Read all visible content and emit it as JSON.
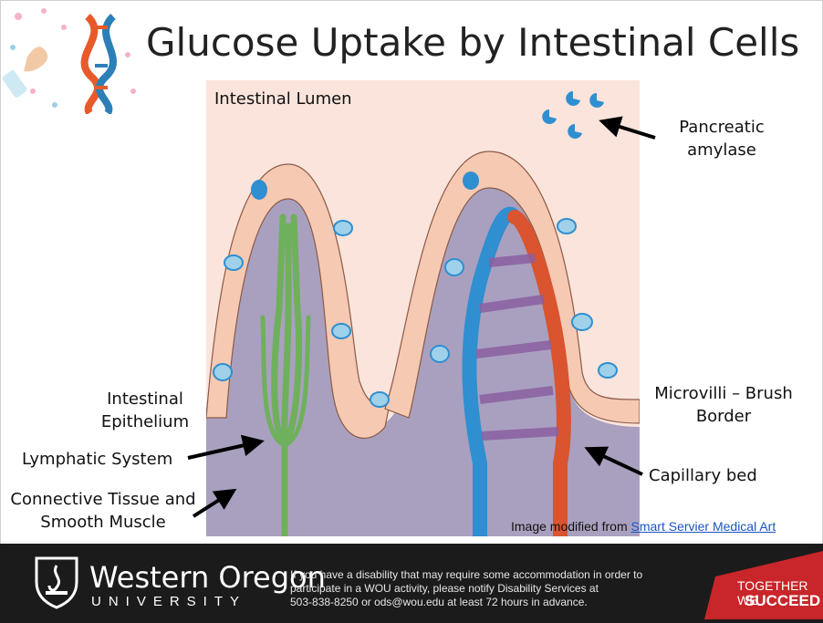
{
  "title": "Glucose Uptake by Intestinal Cells",
  "labels": {
    "intestinal_lumen": "Intestinal Lumen",
    "pancreatic_amylase_line1": "Pancreatic",
    "pancreatic_amylase_line2": "amylase",
    "intestinal_epithelium_line1": "Intestinal",
    "intestinal_epithelium_line2": "Epithelium",
    "microvilli_line1": "Microvilli – Brush",
    "microvilli_line2": "Border",
    "lymphatic_system": "Lymphatic System",
    "capillary_bed": "Capillary bed",
    "connective_line1": "Connective Tissue and",
    "connective_line2": "Smooth Muscle"
  },
  "credit": {
    "prefix": "Image modified from ",
    "link": "Smart Servier Medical Art"
  },
  "footer": {
    "university_name": "Western Oregon",
    "university_sub": "UNIVERSITY",
    "notice_line1": "If you have a disability that may require some accommodation in order to",
    "notice_line2": "participate in a WOU activity, please notify Disability Services at",
    "notice_line3": "503-838-8250 or ods@wou.edu at least 72 hours in advance.",
    "badge_line1": "TOGETHER WE",
    "badge_line2": "SUCCEED"
  },
  "colors": {
    "lumen_bg": "#fbe4dc",
    "connective_tissue": "#a9a0bf",
    "epithelium_cell": "#f6c9b2",
    "goblet_cell": "#9fd2ea",
    "lymph": "#6fb05c",
    "capillary_blue": "#2f8fd0",
    "capillary_red": "#d9542f",
    "footer_bg": "#1b1b1b",
    "badge_red": "#c8262a"
  }
}
